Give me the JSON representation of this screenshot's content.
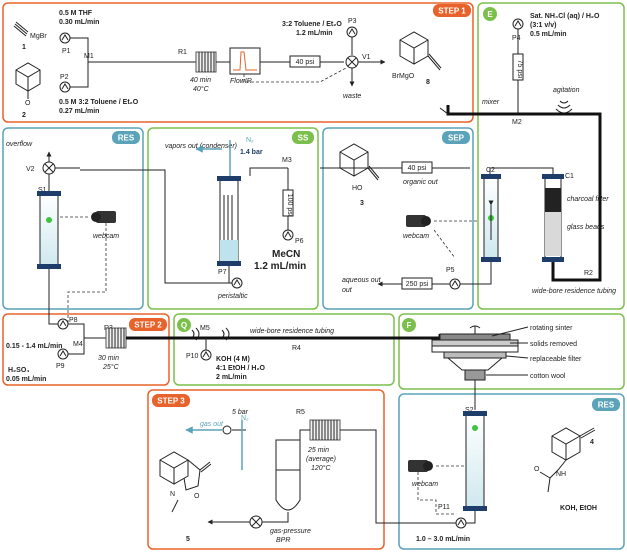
{
  "colors": {
    "orange": "#e8622b",
    "green": "#7cc04c",
    "blue": "#5aa3b8",
    "dark": "#1f3d6b"
  },
  "boxes": {
    "step1": "STEP 1",
    "step2": "STEP 2",
    "step3": "STEP 3",
    "e": "E",
    "res": "RES",
    "ss": "SS",
    "sep": "SEP",
    "q": "Q",
    "f": "F",
    "res2": "RES"
  },
  "step1": {
    "c1": "1",
    "c2": "2",
    "c8": "8",
    "grignard": "MgBr",
    "brmgo": "BrMgO",
    "p1_conc": "0.5 M THF",
    "p1_flow": "0.30 mL/min",
    "p2_conc": "0.5 M 3:2 Toluene / Et₂O",
    "p2_flow": "0.27 mL/min",
    "p1": "P1",
    "p2": "P2",
    "p3": "P3",
    "m1": "M1",
    "r1": "R1",
    "v1": "V1",
    "r1_time": "40 min",
    "r1_temp": "40°C",
    "flowir": "FlowIR",
    "bpr": "40 psi",
    "p3_solv": "3:2 Toluene / Et₂O",
    "p3_flow": "1.2 mL/min",
    "waste": "waste"
  },
  "e": {
    "p4": "P4",
    "p4_solv": "Sat. NH₄Cl (aq) / H₂O",
    "p4_ratio": "(3:1 v/v)",
    "p4_flow": "0.5 mL/min",
    "psi75": "75 psi",
    "mixer": "mixer",
    "m2": "M2",
    "agitation": "agitation",
    "c1": "C1",
    "charcoal": "charcoal filter",
    "glass": "glass beads",
    "r2": "R2",
    "widebore": "wide-bore residence tubing"
  },
  "res": {
    "overflow": "overflow",
    "v2": "V2",
    "s1": "S1",
    "webcam": "webcam"
  },
  "ss": {
    "vapors": "vapors out (condenser)",
    "n2": "N₂",
    "bar": "1.4 bar",
    "m3": "M3",
    "psi100": "100 psi",
    "p6": "P6",
    "mecn": "MeCN",
    "mecn_flow": "1.2 mL/min",
    "p7": "P7",
    "peristaltic": "peristaltic"
  },
  "sep": {
    "c3": "3",
    "ho": "HO",
    "psi40": "40 psi",
    "organic": "organic out",
    "c2": "C2",
    "webcam": "webcam",
    "p5": "P5",
    "psi250": "250 psi",
    "aqueous": "aqueous out"
  },
  "step2": {
    "p8": "P8",
    "flow": "0.15 - 1.4 mL/min",
    "m4": "M4",
    "r3": "R3",
    "p9": "P9",
    "h2so4": "H₂SO₄",
    "h2so4_flow": "0.05 mL/min",
    "time": "30 min",
    "temp": "25°C"
  },
  "q": {
    "m5": "M5",
    "r4": "R4",
    "wide": "wide-bore residence tubing",
    "p10": "P10",
    "koh": "KOH (4 M)",
    "solv": "4:1 EtOH / H₂O",
    "flow": "2 mL/min"
  },
  "f": {
    "sinter": "rotating sinter",
    "solids": "solids removed",
    "filter": "replaceable filter",
    "cotton": "cotton wool"
  },
  "step3": {
    "gas": "gas out",
    "bar5": "5 bar",
    "n2": "N₂",
    "r5": "R5",
    "time": "25 min",
    "avg": "(average)",
    "temp": "120°C",
    "bpr": "gas-pressure",
    "bpr2": "BPR",
    "c5": "5"
  },
  "res2": {
    "s2": "S2",
    "webcam": "webcam",
    "p11": "P11",
    "flow": "1.0 – 3.0 mL/min",
    "c4": "4",
    "reag": "KOH, EtOH"
  }
}
